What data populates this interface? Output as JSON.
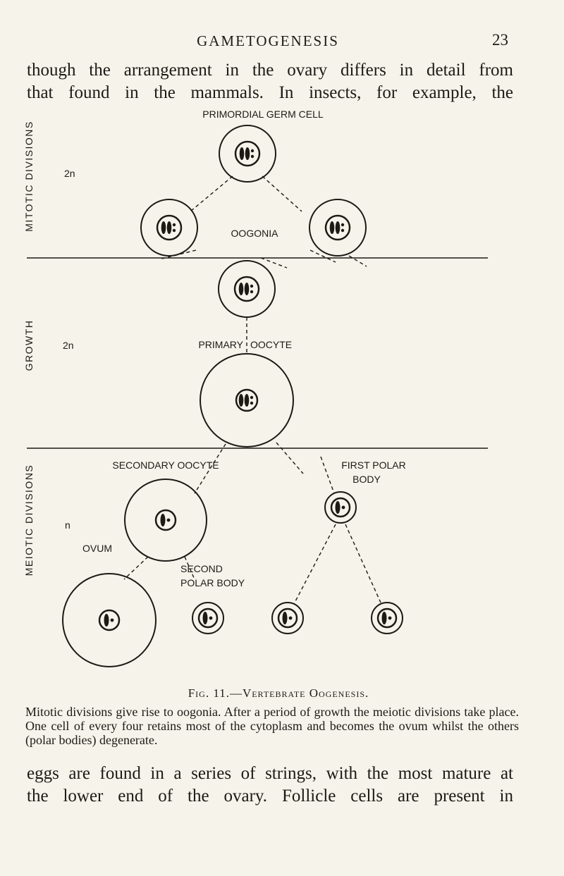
{
  "header": {
    "title": "GAMETOGENESIS",
    "page_number": "23"
  },
  "top_text": {
    "line1": "though the arrangement in the ovary differs in detail from",
    "line2": "that found in the mammals. In insects, for example, the"
  },
  "figure": {
    "title": "PRIMORDIAL GERM CELL",
    "side_labels": {
      "mitotic": "MITOTIC DIVISIONS",
      "growth": "GROWTH",
      "meiotic": "MEIOTIC DIVISIONS"
    },
    "ploidy": {
      "mitotic": "2n",
      "growth": "2n",
      "meiotic": "n"
    },
    "labels": {
      "oogonia": "OOGONIA",
      "primary": "PRIMARY",
      "oocyte": "OOCYTE",
      "secondary_oocyte": "SECONDARY OOCYTE",
      "first_polar": "FIRST POLAR",
      "body": "BODY",
      "ovum": "OVUM",
      "second": "SECOND",
      "polar_body": "POLAR BODY"
    }
  },
  "caption": "Fig. 11.—Vertebrate Oogenesis.",
  "legend": "Mitotic divisions give rise to oogonia. After a period of growth the meiotic divisions take place. One cell of every four retains most of the cytoplasm and becomes the ovum whilst the others (polar bodies) degenerate.",
  "bottom_text": {
    "line1": "eggs are found in a series of strings, with the most mature at",
    "line2": "the lower end of the ovary. Follicle cells are present in"
  }
}
